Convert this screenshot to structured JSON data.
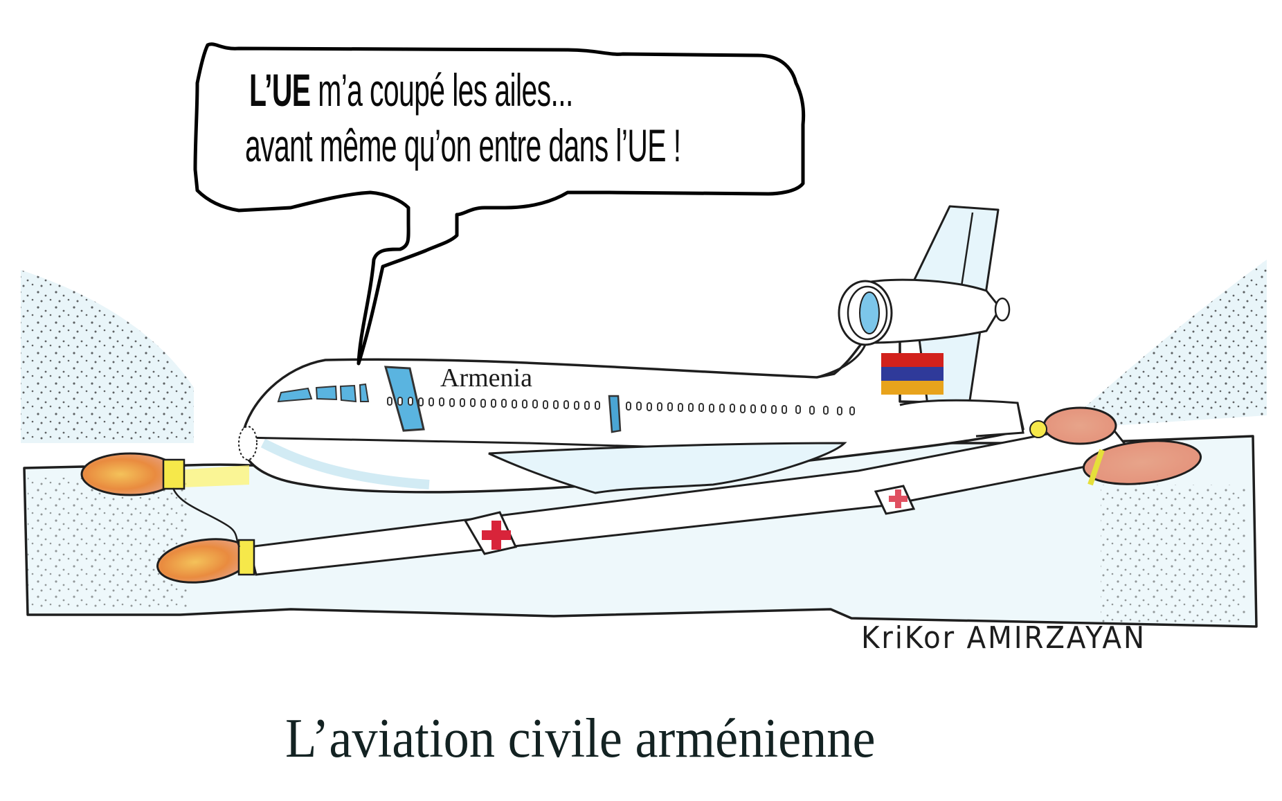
{
  "cartoon": {
    "speech_bubble": {
      "line1_bold": "L’UE",
      "line1_rest": " m’a coupé les ailes...",
      "line2": "avant même qu’on entre dans l’UE !"
    },
    "airline_livery": "Armenia",
    "flag": {
      "name": "armenian-flag",
      "colors": [
        "#d2211c",
        "#2f3a9a",
        "#e8a31c"
      ]
    },
    "signature": "KriKor AMIRZAYAN",
    "caption": "L’aviation civile arménienne"
  },
  "colors": {
    "ink": "#1a1a1a",
    "sky_wash": "#dff1f7",
    "window_blue": "#5ab4e0",
    "nacelle_orange": "#e88a3c",
    "nacelle_pink": "#e39a86",
    "band_yellow": "#f3e33a",
    "cross_red": "#d8243a"
  }
}
